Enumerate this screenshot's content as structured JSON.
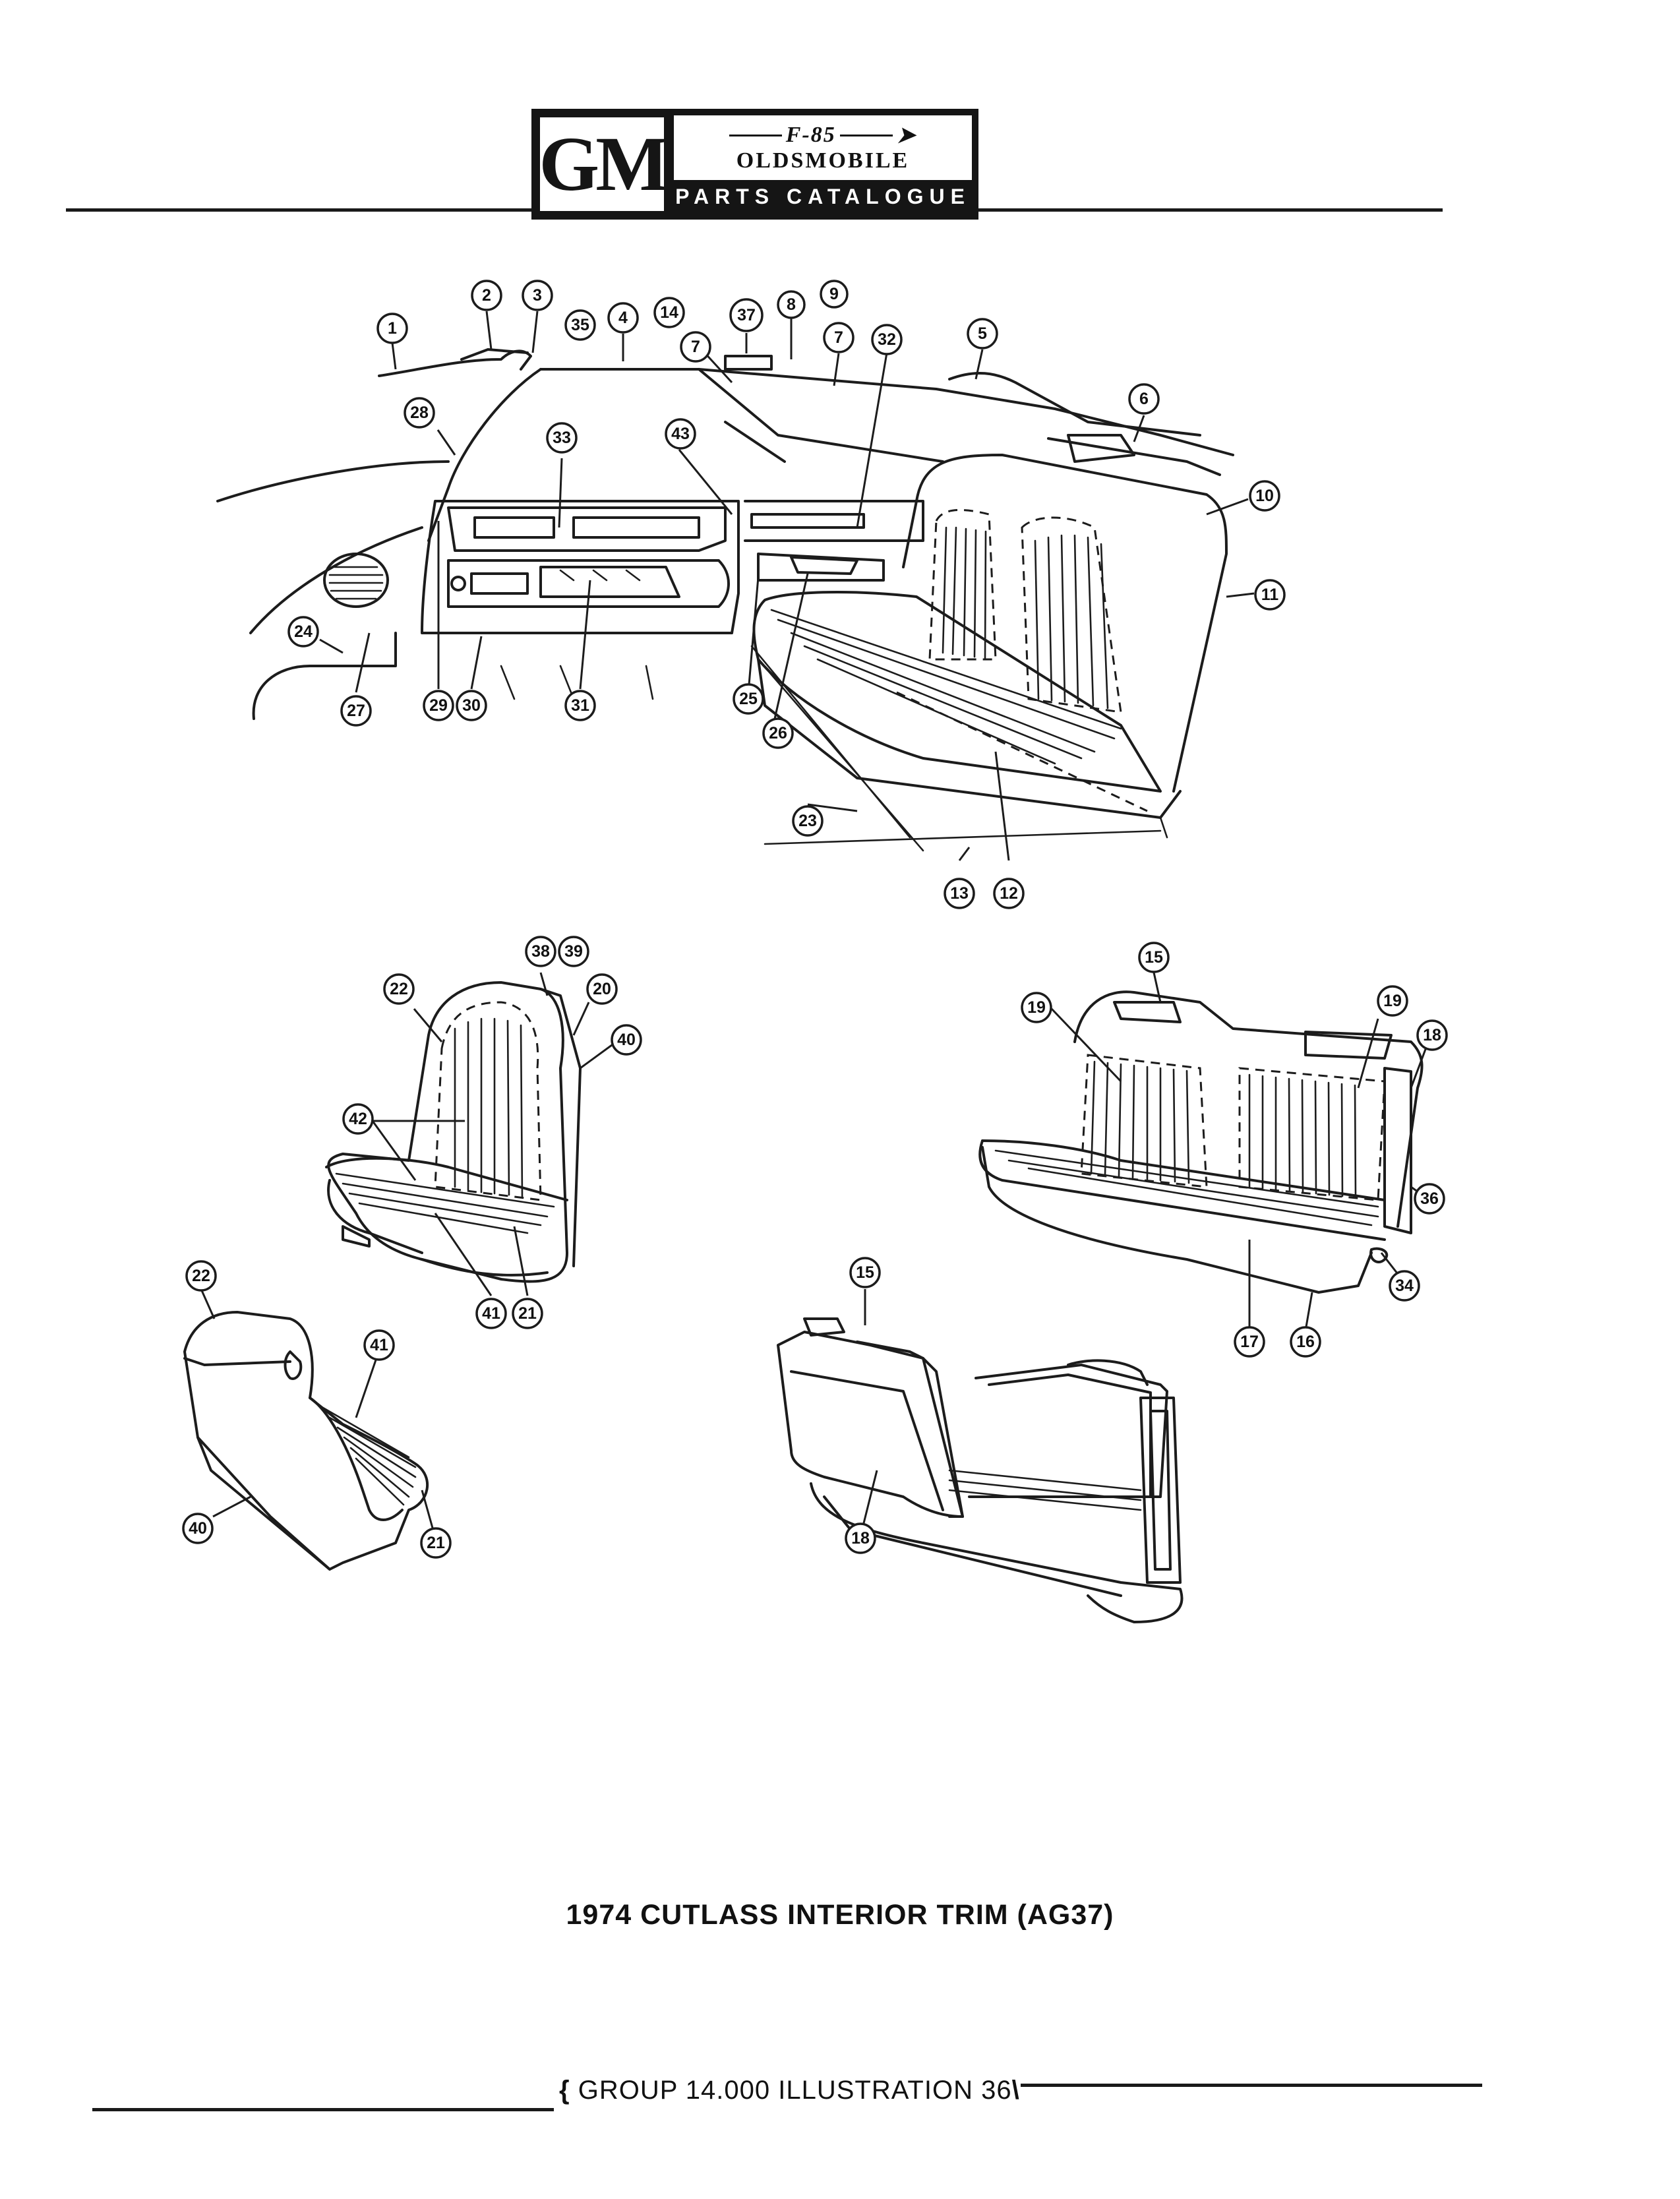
{
  "header": {
    "logo_gm": "GM",
    "logo_model": "F-85",
    "logo_make": "OLDSMOBILE",
    "logo_catalogue": "PARTS CATALOGUE"
  },
  "callouts": [
    "1",
    "2",
    "3",
    "35",
    "4",
    "14",
    "37",
    "8",
    "9",
    "7",
    "7",
    "32",
    "5",
    "6",
    "28",
    "33",
    "43",
    "10",
    "11",
    "24",
    "27",
    "29",
    "30",
    "31",
    "25",
    "26",
    "23",
    "13",
    "12",
    "38",
    "39",
    "22",
    "20",
    "40",
    "42",
    "41",
    "21",
    "15",
    "19",
    "19",
    "18",
    "36",
    "34",
    "17",
    "16",
    "22",
    "41",
    "40",
    "21",
    "15",
    "18"
  ],
  "caption": "1974 CUTLASS INTERIOR TRIM (AG37)",
  "footer": {
    "text": "GROUP 14.000 ILLUSTRATION 36"
  },
  "colors": {
    "ink": "#1c1c1c",
    "paper": "#ffffff"
  }
}
